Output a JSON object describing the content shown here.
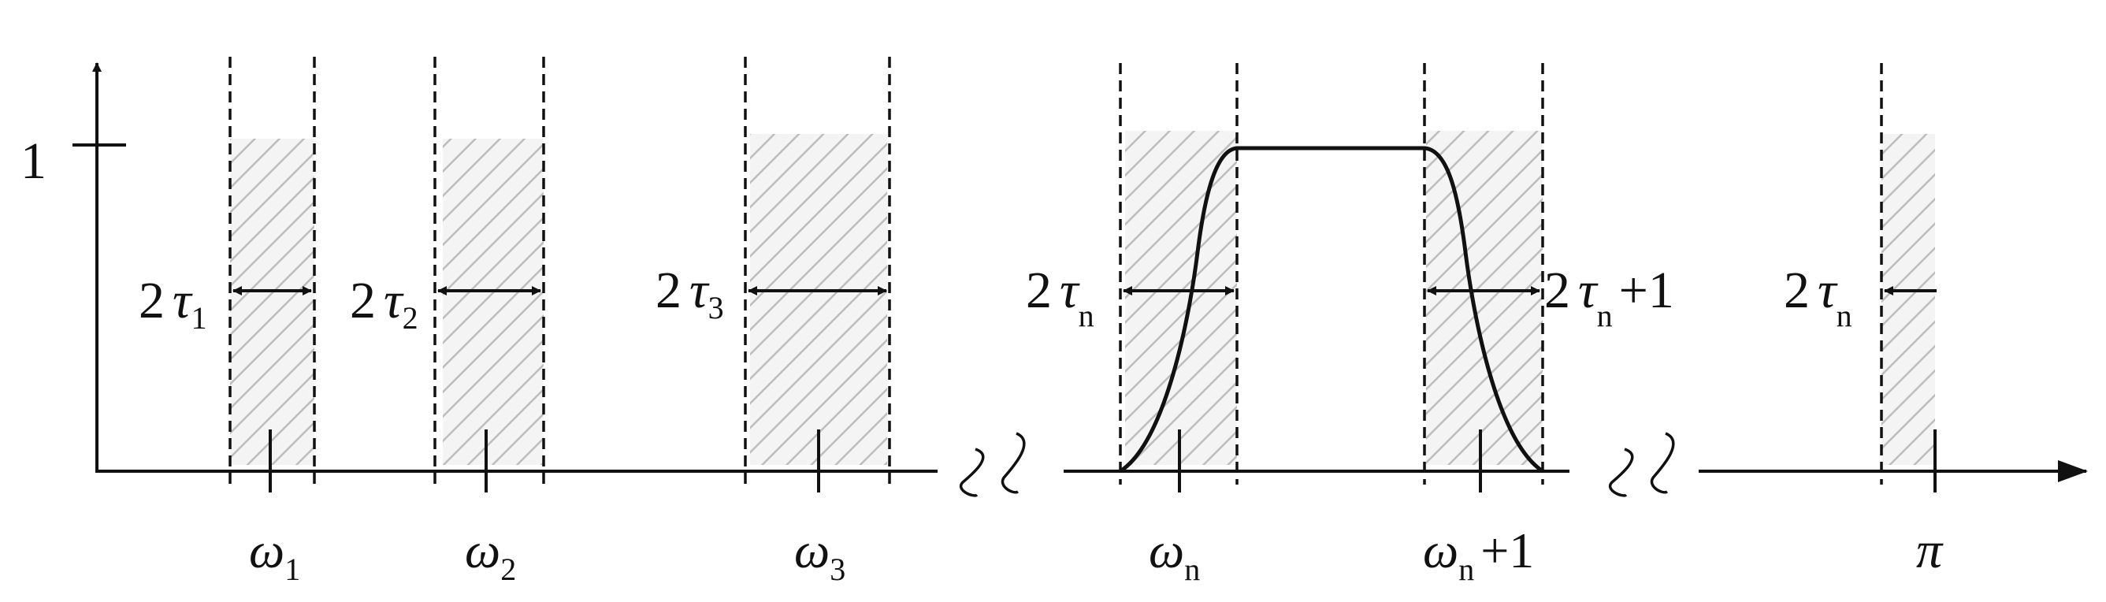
{
  "axis": {
    "y_tick_label": "1",
    "x_end_label": "π"
  },
  "bands": [
    {
      "id": "w1",
      "center_label": "ω",
      "center_sub": "1",
      "tau_coef": "2",
      "tau_sym": "τ",
      "tau_sub": "1",
      "tau_suffix": ""
    },
    {
      "id": "w2",
      "center_label": "ω",
      "center_sub": "2",
      "tau_coef": "2",
      "tau_sym": "τ",
      "tau_sub": "2",
      "tau_suffix": ""
    },
    {
      "id": "w3",
      "center_label": "ω",
      "center_sub": "3",
      "tau_coef": "2",
      "tau_sym": "τ",
      "tau_sub": "3",
      "tau_suffix": ""
    },
    {
      "id": "wn",
      "center_label": "ω",
      "center_sub": "n",
      "center_suffix": "",
      "tau_coef": "2",
      "tau_sym": "τ",
      "tau_sub": "n",
      "tau_suffix": ""
    },
    {
      "id": "wn1",
      "center_label": "ω",
      "center_sub": "n",
      "center_suffix": "+1",
      "tau_coef": "2",
      "tau_sym": "τ",
      "tau_sub": "n",
      "tau_suffix": "+1"
    },
    {
      "id": "pi",
      "tau_coef": "2",
      "tau_sym": "τ",
      "tau_sub": "n",
      "tau_suffix": ""
    }
  ],
  "colors": {
    "line": "#111111",
    "hatch": "#bdbdbd",
    "hatch_bg": "#f4f4f4"
  }
}
